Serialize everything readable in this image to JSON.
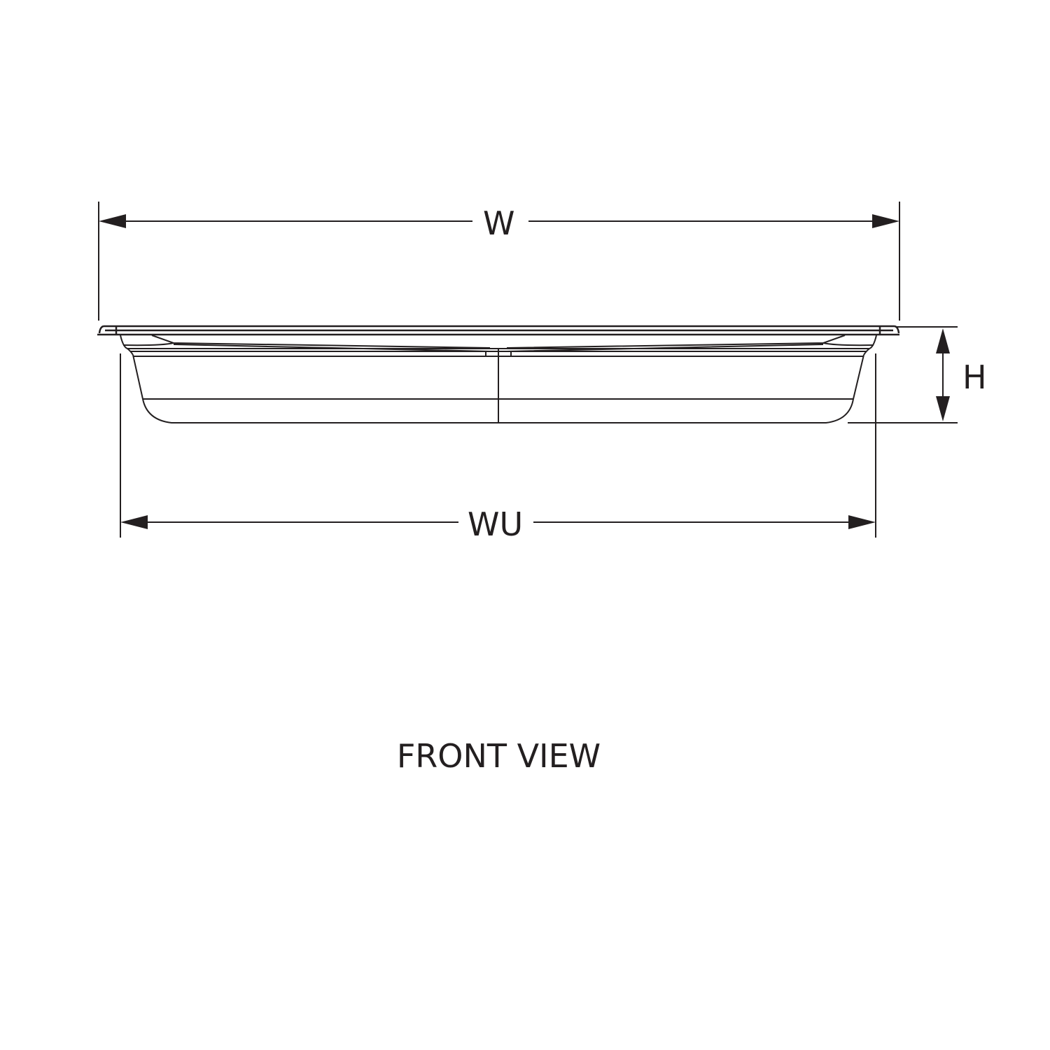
{
  "dimensions": {
    "width_label": "W",
    "under_width_label": "WU",
    "height_label": "H"
  },
  "view_title": "FRONT VIEW",
  "colors": {
    "line": "#231f20",
    "background": "#ffffff"
  }
}
